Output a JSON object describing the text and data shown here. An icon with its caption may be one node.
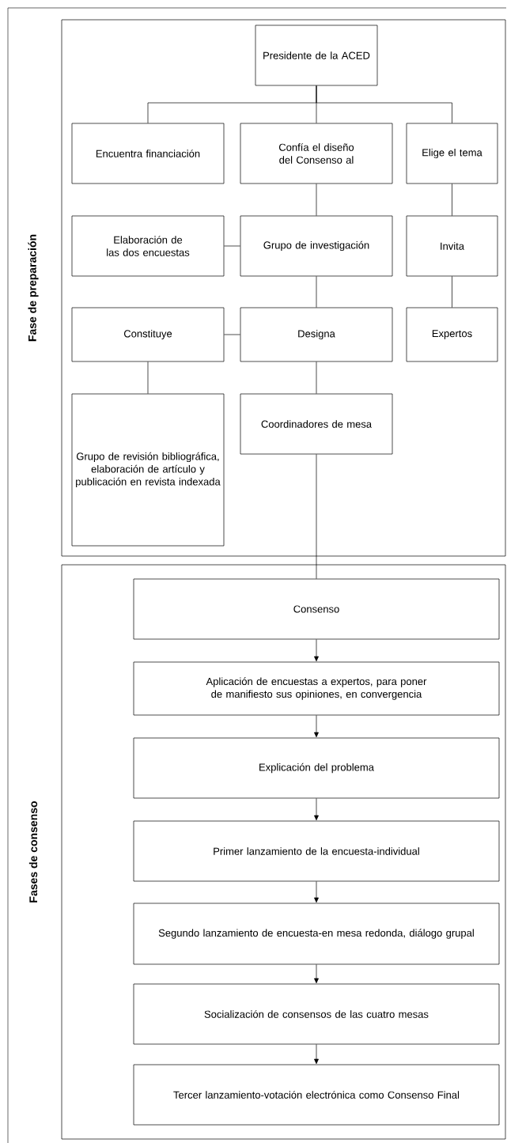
{
  "diagram": {
    "nodes": [
      {
        "text": [
          "Fase de preparación"
        ]
      },
      {
        "text": [
          "Presidente de la ACED"
        ],
        "in": 0
      },
      {
        "text": [
          "Encuentra financiación"
        ],
        "in": 0
      },
      {
        "text": [
          "Confía el diseño del Consenso al"
        ],
        "in": 0
      },
      {
        "text": [
          "Elige el tema"
        ],
        "in": 0
      },
      {
        "text": [
          "Elaboración de las dos encuestas"
        ],
        "in": 0
      },
      {
        "text": [
          "Grupo de investigación"
        ],
        "in": 0
      },
      {
        "text": [
          "Invita"
        ],
        "in": 0
      },
      {
        "text": [
          "Constituye"
        ],
        "in": 0
      },
      {
        "text": [
          "Designa"
        ],
        "in": 0
      },
      {
        "text": [
          "Expertos"
        ],
        "in": 0
      },
      {
        "text": [
          "Grupo de revisión bibliográfica, elaboración de artículo y publicación en revista indexada"
        ],
        "in": 0
      },
      {
        "text": [
          "Coordinadores de mesa"
        ],
        "in": 0
      },
      {
        "text": [
          "Fases de consenso"
        ]
      },
      {
        "text": [
          "Consenso"
        ],
        "in": 13
      },
      {
        "text": [
          "Aplicación de encuestas a expertos, para poner de manifiesto sus opiniones, en convergencia"
        ],
        "in": 13
      },
      {
        "text": [
          "Explicación del problema"
        ],
        "in": 13
      },
      {
        "text": [
          "Primer lanzamiento de la encuesta-individual"
        ],
        "in": 13
      },
      {
        "text": [
          "Segundo lanzamiento de encuesta-en mesa redonda, diálogo grupal"
        ],
        "in": 13
      },
      {
        "text": [
          "Socialización de consensos de las cuatro mesas"
        ],
        "in": 13
      },
      {
        "text": [
          "Tercer lanzamiento-votación electrónica como Consenso Final"
        ],
        "in": 13
      }
    ],
    "edges": [
      {
        "from": 1,
        "to": 2,
        "arrow": "none"
      },
      {
        "from": 1,
        "to": 3,
        "arrow": "none"
      },
      {
        "from": 1,
        "to": 4,
        "arrow": "none"
      },
      {
        "from": 3,
        "to": 6,
        "arrow": "none"
      },
      {
        "from": 6,
        "to": 5,
        "arrow": "none"
      },
      {
        "from": 4,
        "to": 7,
        "arrow": "none"
      },
      {
        "from": 6,
        "to": 9,
        "arrow": "none"
      },
      {
        "from": 9,
        "to": 8,
        "arrow": "none"
      },
      {
        "from": 7,
        "to": 10,
        "arrow": "none"
      },
      {
        "from": 8,
        "to": 11,
        "arrow": "none"
      },
      {
        "from": 9,
        "to": 12,
        "arrow": "none"
      },
      {
        "from": 12,
        "to": 14,
        "arrow": "none"
      },
      {
        "from": 14,
        "to": 15,
        "arrow": "to"
      },
      {
        "from": 15,
        "to": 16,
        "arrow": "to"
      },
      {
        "from": 16,
        "to": 17,
        "arrow": "to"
      },
      {
        "from": 17,
        "to": 18,
        "arrow": "to"
      },
      {
        "from": 18,
        "to": 19,
        "arrow": "to"
      },
      {
        "from": 19,
        "to": 20,
        "arrow": "to"
      }
    ]
  }
}
